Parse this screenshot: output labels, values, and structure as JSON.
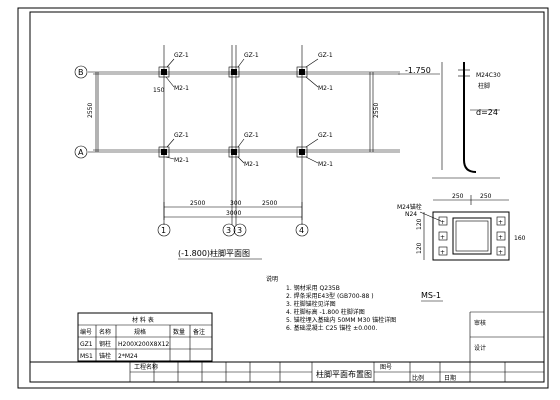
{
  "plan": {
    "columns": [
      "GZ-1",
      "GZ-1",
      "GZ-1"
    ],
    "columns_bottom": [
      "GZ-1",
      "GZ-1",
      "GZ-1"
    ],
    "axis_rows": [
      "B",
      "A"
    ],
    "axis_cols": [
      "1",
      "3",
      "3",
      "4"
    ],
    "bolt_labels_top": [
      "M2-1",
      "M2-1"
    ],
    "bolt_labels_bottom": [
      "M2-1",
      "M2-1",
      "M2-1"
    ],
    "dim_total": "3000",
    "dim_seg_left": "2500",
    "dim_seg_right": "2500",
    "dim_seg_mid": "300",
    "dim_vert_left": "2550",
    "dim_vert_right": "2550",
    "dim_small": "150",
    "plan_title": "(-1.800)柱脚平面图"
  },
  "section": {
    "elevation": "-1.750",
    "bolt_spec": "d=24",
    "note_top": "M24C30",
    "note_top2": "柱脚"
  },
  "ms_detail": {
    "top_dim_left": "250",
    "top_dim_right": "250",
    "label_anchor": "M24锚栓",
    "label_sub": "N24",
    "side_dim_top": "120",
    "side_dim_bottom": "120",
    "side_dim_extra": "160",
    "title": "MS-1"
  },
  "notes": {
    "heading": "说明",
    "items": [
      "1. 钢材采用 Q235B",
      "2. 焊条采用E43型 (GB700-88      )",
      "3. 柱脚锚栓见详图",
      "4. 柱脚标高 -1.800   柱脚详图",
      "5. 锚栓埋入基础内    50MM  M30  锚栓详图",
      "6. 基础混凝土 C25 锚栓 ±0.000."
    ]
  },
  "material_table": {
    "title": "材 料 表",
    "headers": [
      "编号",
      "名称",
      "规格",
      "数量",
      "备注"
    ],
    "rows": [
      [
        "GZ1",
        "钢柱",
        "H200X200X8X12",
        "",
        ""
      ],
      [
        "MS1",
        "锚栓",
        "2*M24",
        "",
        ""
      ]
    ]
  },
  "title_block": {
    "drawing_name": "柱脚平面布置图",
    "small_fields": [
      "工程名称",
      "图号",
      "比例",
      "日期",
      "设计",
      "审核"
    ]
  }
}
